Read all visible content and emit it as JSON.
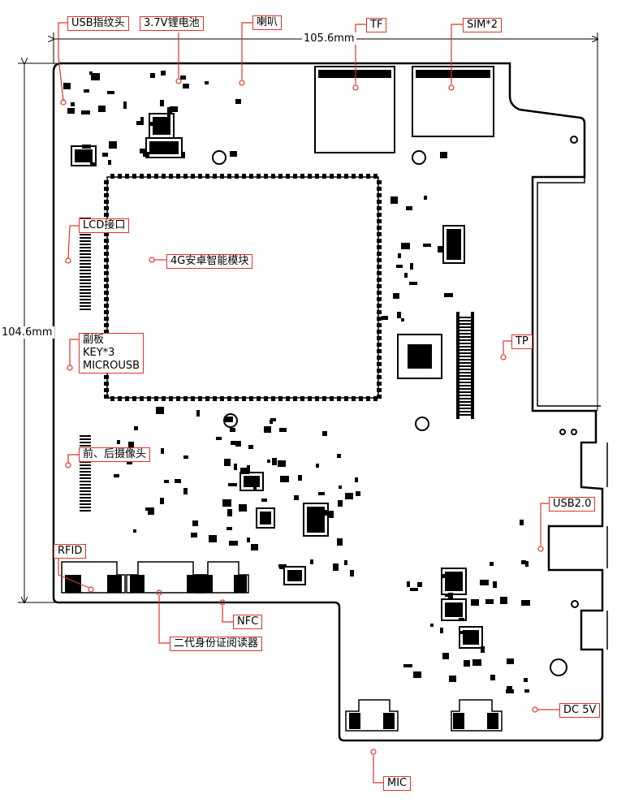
{
  "dimensions": {
    "width": "105.6mm",
    "height": "104.6mm"
  },
  "labels": {
    "usb_fp": "USB指纹头",
    "battery": "3.7V锂电池",
    "speaker": "喇叭",
    "tf": "TF",
    "sim": "SIM*2",
    "lcd": "LCD接口",
    "module": "4G安卓智能模块",
    "sub_board": [
      "副板",
      "KEY*3",
      "MICROUSB"
    ],
    "tp": "TP",
    "camera": "前、后摄像头",
    "usb2": "USB2.0",
    "rfid": "RFID",
    "nfc": "NFC",
    "id_reader": "二代身份证阅读器",
    "dc": "DC 5V",
    "mic": "MIC"
  },
  "colors": {
    "annotation": "#e0332c",
    "ink": "#000000"
  }
}
